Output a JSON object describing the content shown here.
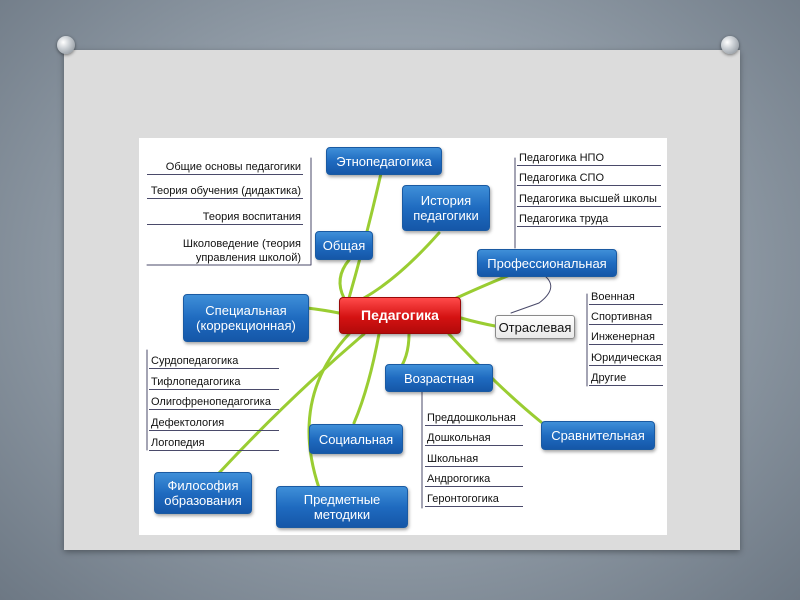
{
  "center": "Педагогика",
  "nodes": {
    "etno": "Этнопедагогика",
    "history": "История\nпедагогики",
    "general": "Общая",
    "professional": "Профессиональная",
    "special": "Специальная\n(коррекционная)",
    "sectoral": "Отраслевая",
    "age": "Возрастная",
    "social": "Социальная",
    "comparative": "Сравнительная",
    "philosophy": "Философия\nобразования",
    "subject": "Предметные\nметодики"
  },
  "general_items": [
    "Общие основы педагогики",
    "Теория обучения (дидактика)",
    "Теория воспитания",
    "Школоведение (теория",
    "управления школой)"
  ],
  "professional_items": [
    "Педагогика НПО",
    "Педагогика СПО",
    "Педагогика высшей школы",
    "Педагогика труда"
  ],
  "sectoral_items": [
    "Военная",
    "Спортивная",
    "Инженерная",
    "Юридическая",
    "Другие"
  ],
  "special_items": [
    "Сурдопедагогика",
    "Тифлопедагогика",
    "Олигофренопедагогика",
    "Дефектология",
    "Логопедия"
  ],
  "age_items": [
    "Преддошкольная",
    "Дошкольная",
    "Школьная",
    "Андрогогика",
    "Геронтогогика"
  ],
  "colors": {
    "branch": "#9acd32",
    "center": "#d41212",
    "node": "#1f6bc0"
  }
}
